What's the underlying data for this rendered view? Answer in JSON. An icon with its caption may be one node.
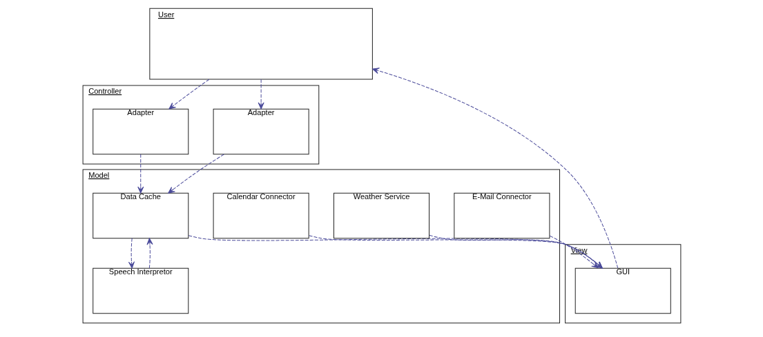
{
  "diagram": {
    "nodes": [
      {
        "text": [
          "User"
        ]
      },
      {
        "text": [
          "View"
        ]
      },
      {
        "text": [
          "GUI"
        ],
        "in": 1
      },
      {
        "text": [
          "Controller"
        ]
      },
      {
        "text": [
          "Adapter"
        ],
        "in": 3
      },
      {
        "text": [
          "Adapter"
        ],
        "in": 3
      },
      {
        "text": [
          "Model"
        ]
      },
      {
        "text": [
          "Data Cache"
        ],
        "in": 6
      },
      {
        "text": [
          "Speech Interpretor"
        ],
        "in": 6
      },
      {
        "text": [
          "E-Mail Connector"
        ],
        "in": 6
      },
      {
        "text": [
          "Weather Service"
        ],
        "in": 6
      },
      {
        "text": [
          "Calendar Connector"
        ],
        "in": 6
      }
    ],
    "edges": [
      {
        "from": 2,
        "to": 0,
        "arrow": "to",
        "style": "dashed"
      },
      {
        "from": 0,
        "to": 4,
        "arrow": "to",
        "style": "dashed"
      },
      {
        "from": 0,
        "to": 5,
        "arrow": "to",
        "style": "dashed"
      },
      {
        "from": 7,
        "to": 2,
        "arrow": "to",
        "style": "dashed"
      },
      {
        "from": 7,
        "to": 8,
        "arrow": "to",
        "style": "dashed"
      },
      {
        "from": 8,
        "to": 7,
        "arrow": "to",
        "style": "dashed"
      },
      {
        "from": 9,
        "to": 2,
        "arrow": "to",
        "style": "dashed"
      },
      {
        "from": 5,
        "to": 7,
        "arrow": "to",
        "style": "dashed"
      },
      {
        "from": 4,
        "to": 7,
        "arrow": "to",
        "style": "dashed"
      },
      {
        "from": 11,
        "to": 2,
        "arrow": "to",
        "style": "dashed"
      },
      {
        "from": 10,
        "to": 2,
        "arrow": "to",
        "style": "dashed"
      }
    ]
  }
}
